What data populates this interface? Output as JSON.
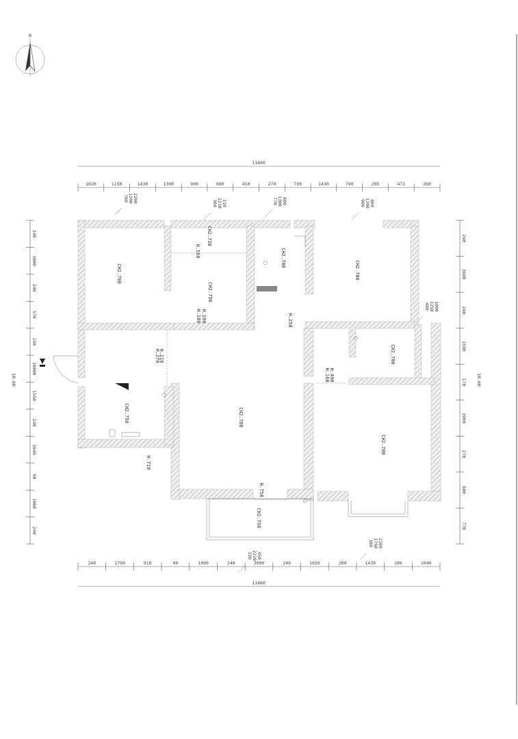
{
  "overall": {
    "top_total": "11460",
    "bottom_total": "11460",
    "left_total": "10.60",
    "right_total": "10.60"
  },
  "top_dims": [
    "1020",
    "1150",
    "1430",
    "1390",
    "900",
    "880",
    "410",
    "270",
    "790",
    "1430",
    "790",
    "285",
    "473",
    "260"
  ],
  "bottom_dims": [
    "240",
    "1790",
    "910",
    "90",
    "1090",
    "240",
    "2090",
    "240",
    "1020",
    "200",
    "1430",
    "200",
    "1040"
  ],
  "left_dims": [
    "240",
    "3000",
    "240",
    "570",
    "150",
    "10800",
    "1550",
    "240",
    "1640",
    "90",
    "1060",
    "240"
  ],
  "right_dims": [
    "240",
    "3600",
    "240",
    "1590",
    "170",
    "3900",
    "270",
    "600",
    "770"
  ],
  "rooms": [
    {
      "key": "r1",
      "text": "CH2.700"
    },
    {
      "key": "r2",
      "text": "CH2.750"
    },
    {
      "key": "r3",
      "text": "CH2.700"
    },
    {
      "key": "r4",
      "text": "CH2.700"
    },
    {
      "key": "r5",
      "text": "CH2.700"
    },
    {
      "key": "r6",
      "text": "CH2.700"
    },
    {
      "key": "r7",
      "text": "CH2.750"
    },
    {
      "key": "r8",
      "text": "CH2.700"
    },
    {
      "key": "r9",
      "text": "CH2.750"
    }
  ],
  "notes": [
    {
      "key": "n1",
      "text": "CH2.720"
    },
    {
      "key": "n2",
      "text": "H.560"
    },
    {
      "key": "n3",
      "text": "H.280"
    },
    {
      "key": "n4",
      "text": "H.250"
    },
    {
      "key": "n5",
      "text": "H.270"
    },
    {
      "key": "n6",
      "text": "H.210"
    },
    {
      "key": "n7",
      "text": "H.280"
    },
    {
      "key": "n8",
      "text": "H.160"
    },
    {
      "key": "n9",
      "text": "H.400"
    },
    {
      "key": "n10",
      "text": "H.710"
    },
    {
      "key": "n11",
      "text": "H.750"
    }
  ],
  "callouts": [
    {
      "key": "c1",
      "lines": [
        "700",
        "1200",
        "2200"
      ]
    },
    {
      "key": "c2",
      "lines": [
        "360",
        "2210",
        "310"
      ]
    },
    {
      "key": "c3",
      "lines": [
        "770",
        "1300",
        "600"
      ]
    },
    {
      "key": "c4",
      "lines": [
        "900",
        "1200",
        "860"
      ]
    },
    {
      "key": "c5",
      "lines": [
        "480",
        "1250",
        "1000"
      ]
    },
    {
      "key": "c6",
      "lines": [
        "380",
        "1750",
        "2360"
      ]
    },
    {
      "key": "c7",
      "lines": [
        "330",
        "2220",
        "450"
      ]
    }
  ],
  "compass": {
    "north": "N"
  }
}
